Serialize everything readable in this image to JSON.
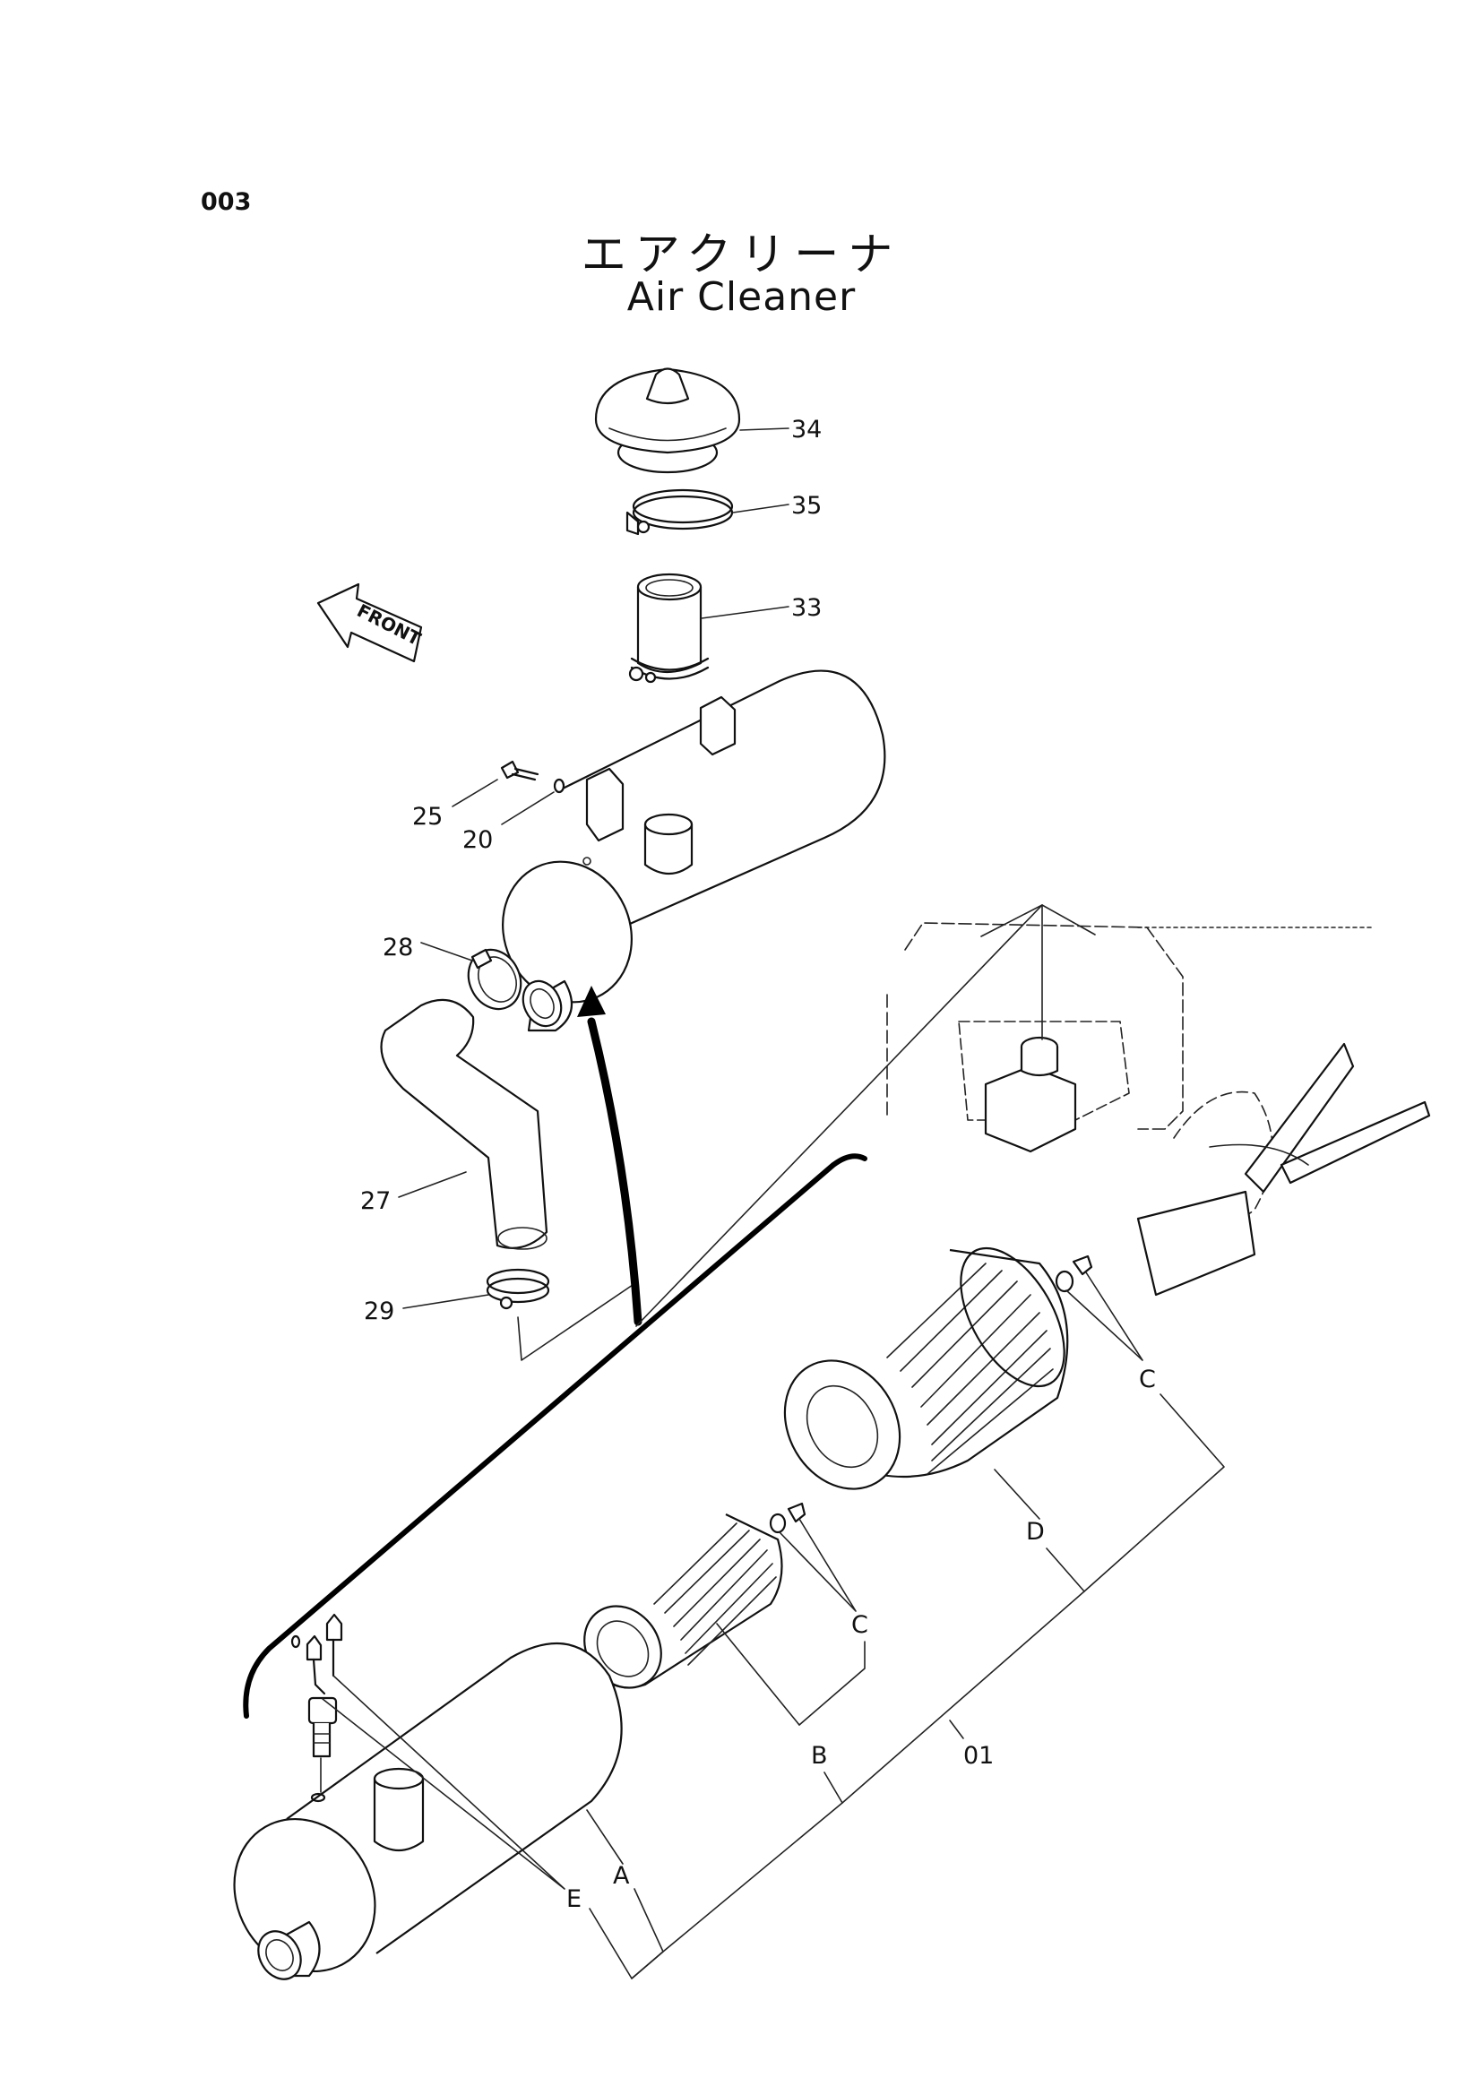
{
  "page": {
    "code": "003"
  },
  "title": {
    "japanese": "エアクリーナ",
    "english": "Air Cleaner"
  },
  "front_marker": "FRONT",
  "callouts": {
    "p34": "34",
    "p35": "35",
    "p33": "33",
    "p25": "25",
    "p20": "20",
    "p28": "28",
    "p27": "27",
    "p29": "29",
    "c_outer": "C",
    "d": "D",
    "c_inner": "C",
    "b": "B",
    "o1": "01",
    "a": "A",
    "e": "E"
  }
}
